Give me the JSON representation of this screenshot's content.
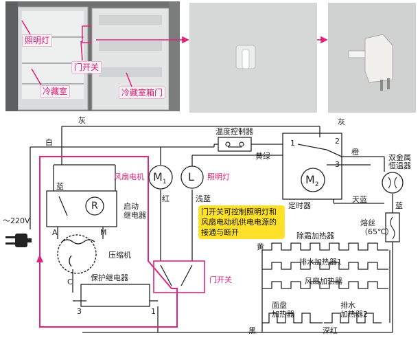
{
  "photos": {
    "fridge": {
      "labels": {
        "light": "照明灯",
        "door_switch": "门开关",
        "fridge_compartment": "冷藏室",
        "compartment_door": "冷藏室箱门"
      }
    }
  },
  "wires": {
    "gray_left": "灰",
    "gray_right": "灰",
    "white": "白",
    "blue_relay": "蓝",
    "red": "红",
    "light_blue": "浅蓝",
    "yellow_green": "黄绿",
    "orange": "橙",
    "sky_blue": "天蓝",
    "blue_right": "蓝",
    "yellow": "黄",
    "black": "黑",
    "deep_red": "深红"
  },
  "components": {
    "thermostat": "温度控制器",
    "timer": "定时器",
    "fan_motor": "风扇电机",
    "lamp": "照明灯",
    "start_relay": "启动\n继电器",
    "compressor": "压缩机",
    "protector": "保护继电器",
    "door_switch": "门开关",
    "bimetal": "双金属\n恒温器",
    "fuse": "熔丝\n（65℃）",
    "defrost_heater": "除霜加热器",
    "drain_heater1": "排水加热器1",
    "fan_heater": "风扇加热器",
    "panel_heater": "面盘\n加热器",
    "drain_heater2": "排水\n加热器2"
  },
  "symbols": {
    "motor_m1": "M",
    "motor_m1_sub": "1",
    "motor_m2": "M",
    "motor_m2_sub": "2",
    "lamp": "L",
    "relay": "R"
  },
  "terminals": {
    "a": "A",
    "m": "M",
    "c": "C",
    "t3": "3",
    "t1": "1",
    "timer1": "1",
    "timer2": "2",
    "timer3": "3"
  },
  "voltage": "～220V",
  "note": "门开关可控制照明灯和风扇电动机供电电源的接通与断开",
  "colors": {
    "accent": "#e0227a",
    "wire": "#222222",
    "highlight": "#ffe12a"
  }
}
